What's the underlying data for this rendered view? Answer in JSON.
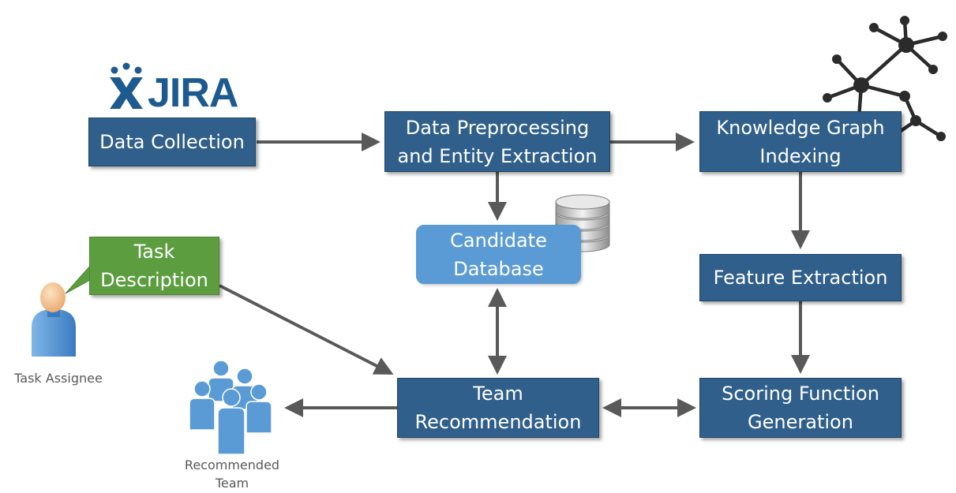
{
  "logo": {
    "text": "JIRA"
  },
  "nodes": {
    "data_collection": "Data Collection",
    "preprocessing": "Data Preprocessing\nand Entity Extraction",
    "kg_indexing": "Knowledge Graph\nIndexing",
    "candidate_db": "Candidate\nDatabase",
    "task_description": "Task\nDescription",
    "feature_extraction": "Feature Extraction",
    "team_recommendation": "Team\nRecommendation",
    "scoring_function": "Scoring Function\nGeneration"
  },
  "captions": {
    "task_assignee": "Task Assignee",
    "recommended_team": "Recommended\nTeam"
  },
  "colors": {
    "box": "#2f5f8a",
    "green_box": "#5c9e3f",
    "light_box": "#5b9bd5",
    "arrow": "#595959",
    "person": "#5b9bd5"
  },
  "icons": {
    "jira_logo": "jira-logo-icon",
    "knowledge_graph": "knowledge-graph-icon",
    "database": "database-icon",
    "assignee": "person-icon",
    "team": "team-icon"
  }
}
